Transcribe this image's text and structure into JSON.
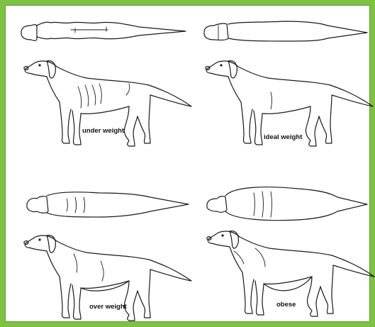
{
  "frame_color": "#7dc242",
  "panels": [
    {
      "id": "under",
      "label": "under weight"
    },
    {
      "id": "ideal",
      "label": "ideal weight"
    },
    {
      "id": "over",
      "label": "over weight"
    },
    {
      "id": "obese",
      "label": "obese"
    }
  ]
}
